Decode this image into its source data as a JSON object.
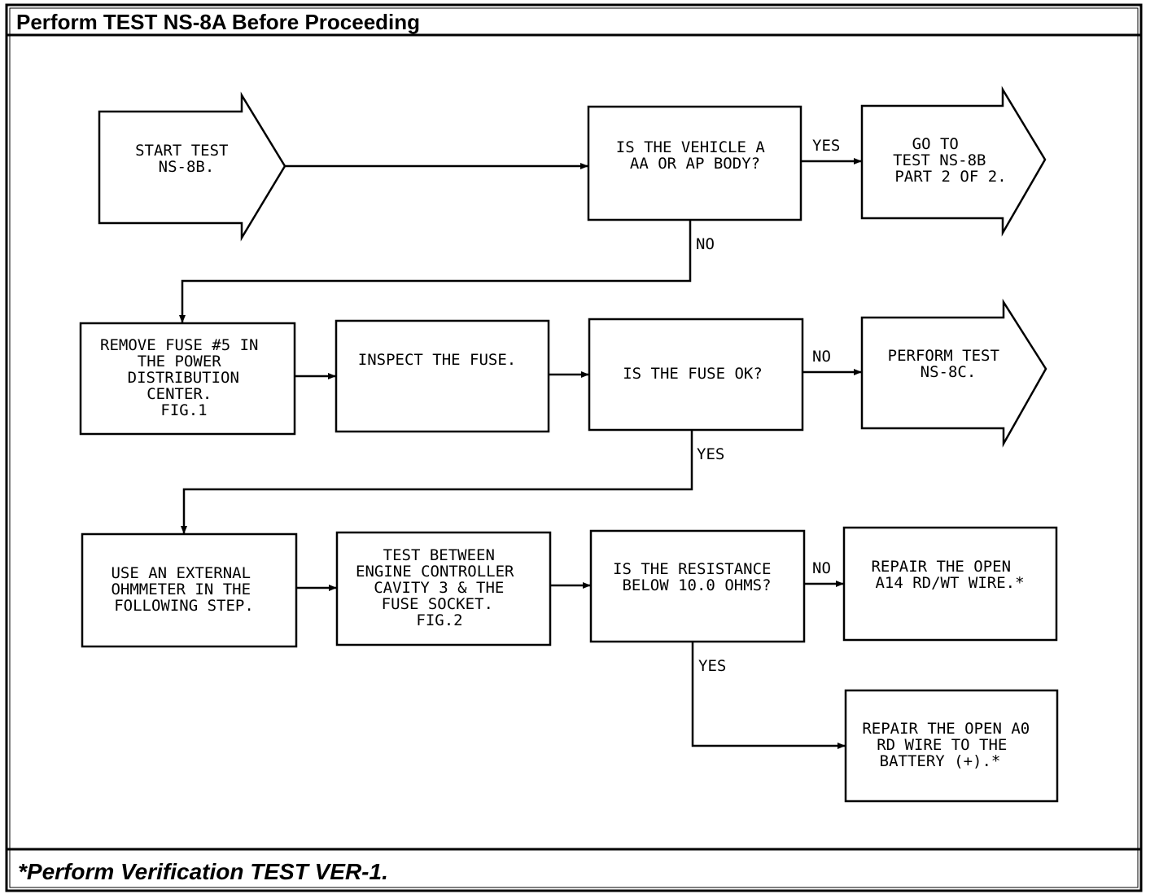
{
  "header": {
    "title": "Perform TEST NS-8A Before Proceeding"
  },
  "footer": {
    "note": "*Perform Verification TEST VER-1."
  },
  "nodes": {
    "start": {
      "lines": [
        "START TEST",
        "NS-8B."
      ]
    },
    "q_body": {
      "lines": [
        "IS THE VEHICLE A",
        "AA OR AP BODY?"
      ]
    },
    "goto_8b": {
      "lines": [
        "GO TO",
        "TEST NS-8B",
        "PART 2 OF 2."
      ]
    },
    "remove_fuse": {
      "lines": [
        "REMOVE FUSE #5 IN",
        "THE POWER",
        "DISTRIBUTION",
        "CENTER.",
        "FIG.1"
      ]
    },
    "inspect": {
      "lines": [
        "INSPECT THE FUSE."
      ]
    },
    "q_fuse": {
      "lines": [
        "IS THE FUSE OK?"
      ]
    },
    "perform_8c": {
      "lines": [
        "PERFORM TEST",
        "NS-8C."
      ]
    },
    "ohmmeter": {
      "lines": [
        "USE AN EXTERNAL",
        "OHMMETER IN THE",
        "FOLLOWING STEP."
      ]
    },
    "test_between": {
      "lines": [
        "TEST BETWEEN",
        "ENGINE CONTROLLER",
        "CAVITY 3 & THE",
        "FUSE SOCKET.",
        "FIG.2"
      ]
    },
    "q_resistance": {
      "lines": [
        "IS THE RESISTANCE",
        "BELOW 10.0 OHMS?"
      ]
    },
    "repair_a14": {
      "lines": [
        "REPAIR THE OPEN",
        "A14 RD/WT WIRE.*"
      ]
    },
    "repair_a0": {
      "lines": [
        "REPAIR THE OPEN A0",
        "RD WIRE TO THE",
        "BATTERY (+).*"
      ]
    }
  },
  "edge_labels": {
    "body_yes": "YES",
    "body_no": "NO",
    "fuse_no": "NO",
    "fuse_yes": "YES",
    "res_no": "NO",
    "res_yes": "YES"
  }
}
